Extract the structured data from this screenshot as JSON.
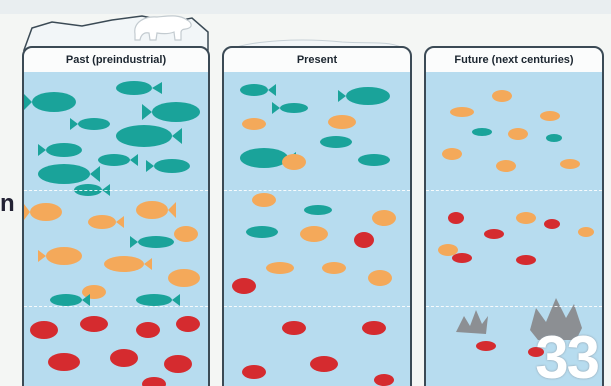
{
  "panels": [
    {
      "title": "Past (preindustrial)"
    },
    {
      "title": "Present"
    },
    {
      "title": "Future (next centuries)"
    }
  ],
  "page_number": "33",
  "edge_letter": "n",
  "colors": {
    "water": "#b7dcef",
    "teal_fish": "#1aa39a",
    "orange_fish": "#f4a95a",
    "red_fish": "#d52b2f",
    "grey_coral": "#8c8f93",
    "frame": "#3b4a55"
  },
  "icons": [
    "polar-bear-icon",
    "fish-icon",
    "coral-icon"
  ]
}
